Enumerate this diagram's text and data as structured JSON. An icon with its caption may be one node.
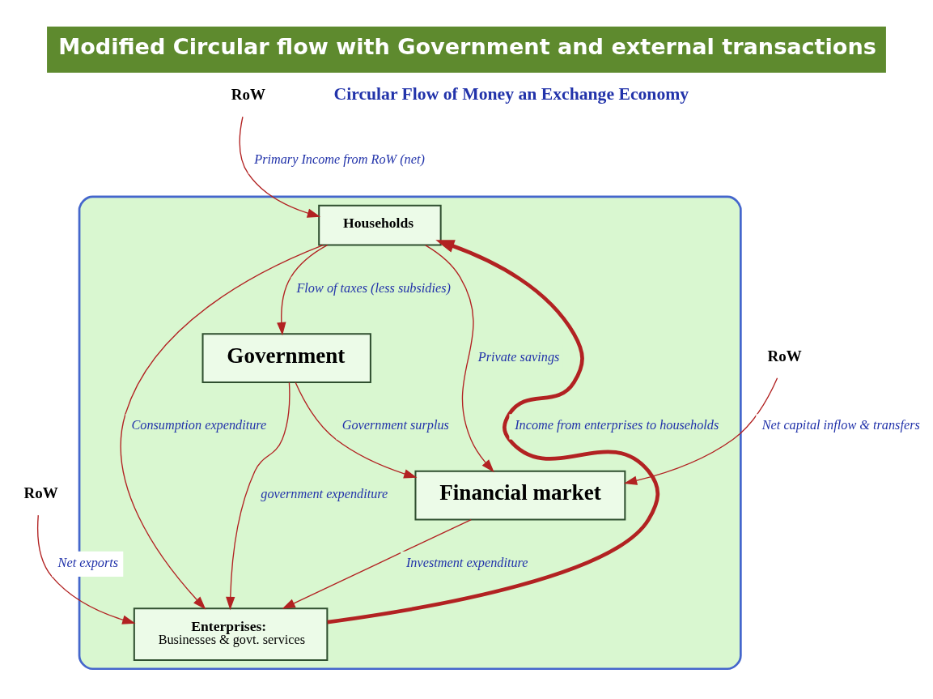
{
  "diagram": {
    "title": "Modified Circular flow with Government and external transactions",
    "nodes": [
      {
        "text": [],
        "shape": "cloud"
      },
      {
        "text": [
          "Households"
        ],
        "in": 0
      },
      {
        "text": [
          "Enterprises:",
          "Businesses & govt. services"
        ],
        "in": 0
      },
      {
        "text": [
          "Government"
        ],
        "in": 0
      },
      {
        "text": [
          "Financial market"
        ],
        "in": 0
      },
      {
        "text": [
          "RoW"
        ]
      },
      {
        "text": [
          "RoW"
        ]
      },
      {
        "text": [
          "RoW"
        ]
      }
    ],
    "edges": [
      {
        "from": 2,
        "to": 1,
        "arrow": "to",
        "label": "Income from enterprises to households",
        "style": "thick"
      },
      {
        "from": 1,
        "to": 2,
        "arrow": "to",
        "label": "Consumption expenditure"
      },
      {
        "from": 1,
        "to": 3,
        "arrow": "to",
        "label": "Flow of taxes (less subsidies)"
      },
      {
        "from": 3,
        "to": 2,
        "arrow": "to",
        "label": "government expenditure"
      },
      {
        "from": 3,
        "to": 4,
        "arrow": "to",
        "label": "Government surplus"
      },
      {
        "from": 1,
        "to": 4,
        "arrow": "to",
        "label": "Private savings"
      },
      {
        "from": 4,
        "to": 2,
        "arrow": "to",
        "label": "Investment expenditure"
      },
      {
        "from": 5,
        "to": 1,
        "arrow": "to",
        "label": "Primary Income from RoW (net)"
      },
      {
        "from": 6,
        "to": 4,
        "arrow": "to",
        "label": "Net capital inflow & transfers"
      },
      {
        "from": 7,
        "to": 2,
        "arrow": "to",
        "label": "Net exports"
      }
    ],
    "labels": [
      "Circular Flow of Money an Exchange Economy"
    ]
  }
}
